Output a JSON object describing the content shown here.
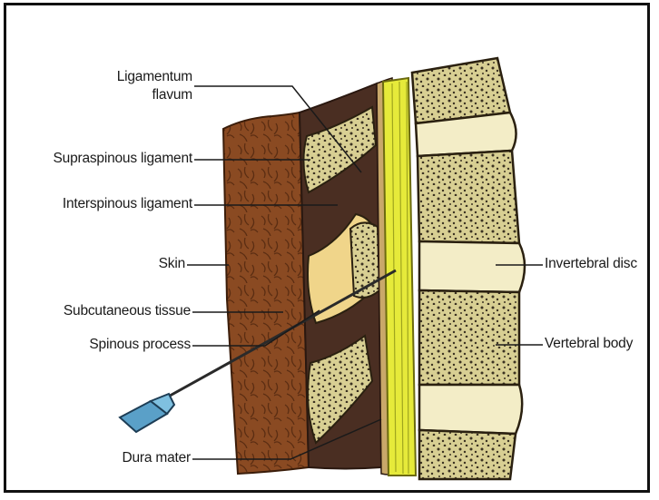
{
  "labels": {
    "ligamentum_flavum_line1": "Ligamentum",
    "ligamentum_flavum_line2": "flavum",
    "supraspinous_ligament": "Supraspinous ligament",
    "interspinous_ligament": "Interspinous ligament",
    "skin": "Skin",
    "subcutaneous_tissue": "Subcutaneous tissue",
    "spinous_process": "Spinous process",
    "dura_mater": "Dura mater",
    "intervertebral_disc": "Invertebral disc",
    "vertebral_body": "Vertebral body"
  },
  "colors": {
    "skin_brown": "#8a4a22",
    "ligament_dark": "#4a2e22",
    "bone_cream": "#e8dfa8",
    "bone_spongy": "#c9bd84",
    "spinal_cord": "#e6ea3a",
    "disc_cream": "#f3edc7",
    "needle_blue": "#5aa0c8"
  }
}
